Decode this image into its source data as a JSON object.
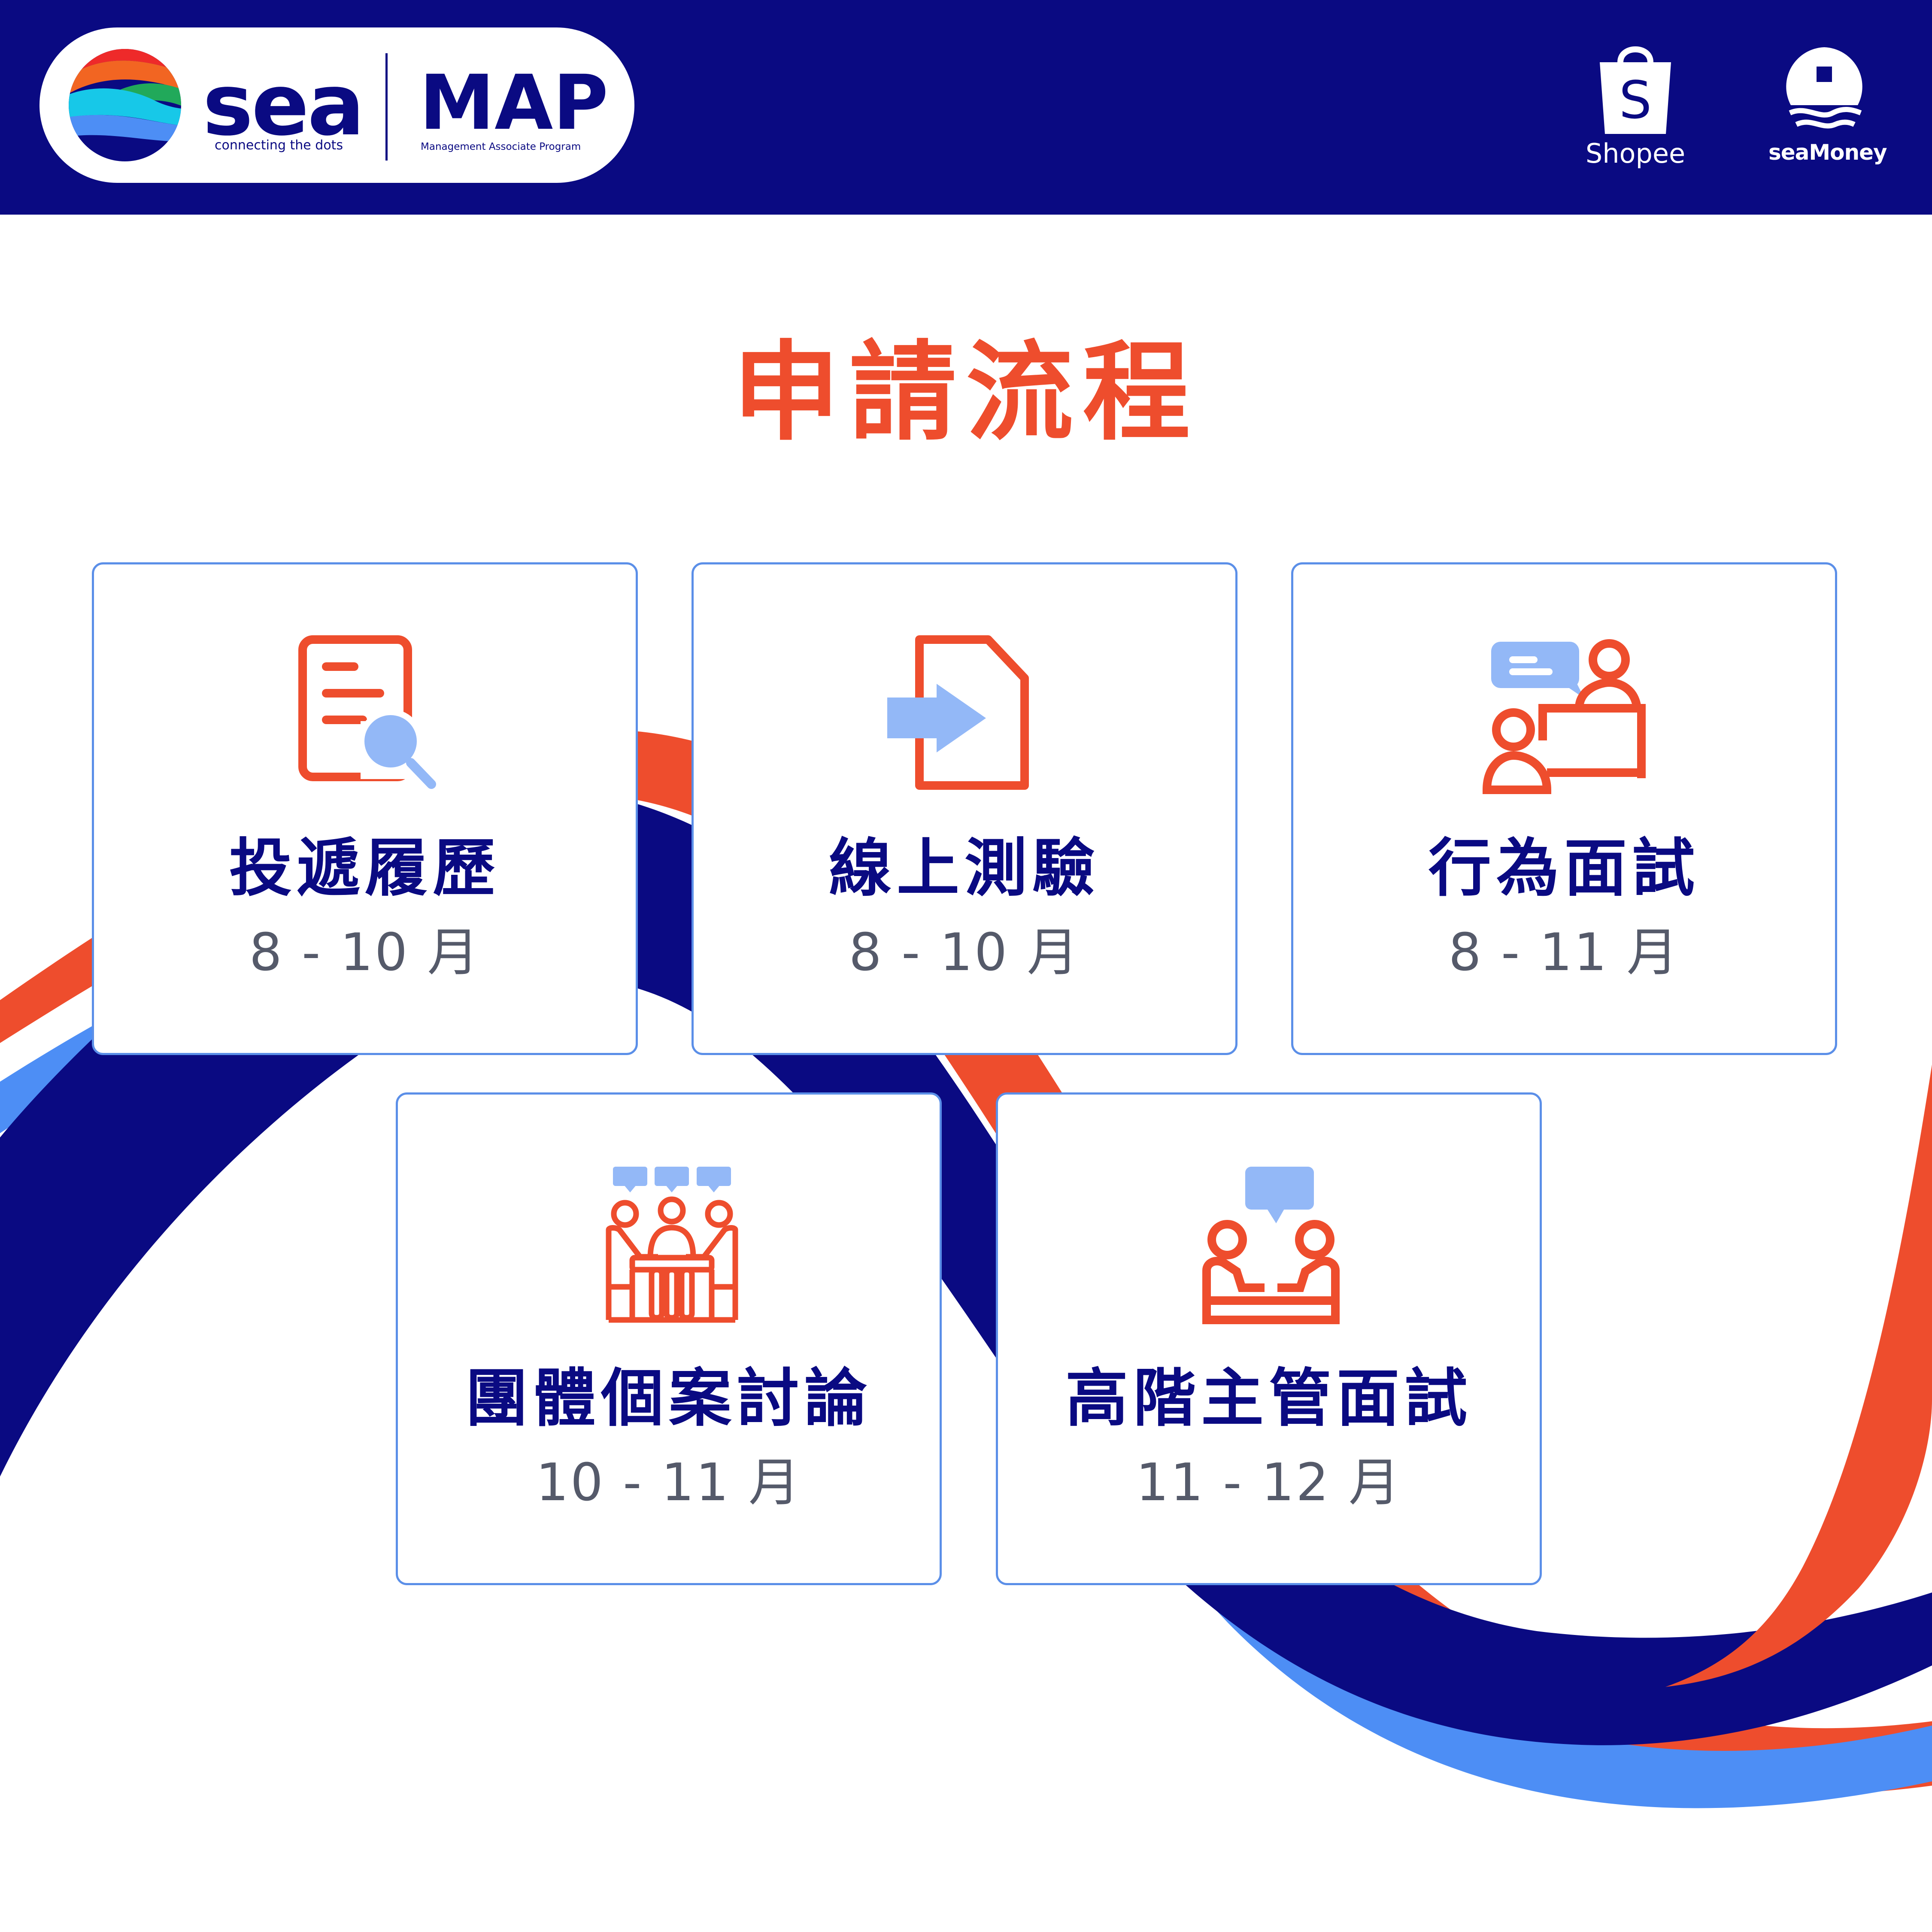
{
  "brand": {
    "sea_wordmark": "sea",
    "sea_tagline": "connecting the dots",
    "program_wordmark": "MAP",
    "program_subtitle": "Management Associate Program",
    "partner_logos": [
      {
        "name": "Shopee",
        "icon": "shopping-bag-icon",
        "text": "Shopee"
      },
      {
        "name": "SeaMoney",
        "icon": "seamoney-icon",
        "text": "seaMoney"
      }
    ]
  },
  "title": "申請流程",
  "steps": [
    {
      "icon": "resume-search-icon",
      "title": "投遞履歷",
      "date": "8 - 10 月"
    },
    {
      "icon": "online-test-icon",
      "title": "線上測驗",
      "date": "8 - 10 月"
    },
    {
      "icon": "interview-desk-icon",
      "title": "行為面試",
      "date": "8 - 11 月"
    },
    {
      "icon": "group-discussion-icon",
      "title": "團體個案討論",
      "date": "10 - 11 月"
    },
    {
      "icon": "executive-interview-icon",
      "title": "高階主管面試",
      "date": "11 - 12 月"
    }
  ],
  "colors": {
    "navy": "#0a0a82",
    "orange": "#ee4d2d",
    "light_blue": "#4d8ef5",
    "icon_blue": "#93b8f7",
    "card_border": "#5b8fe8",
    "date_gray": "#555a6a"
  }
}
